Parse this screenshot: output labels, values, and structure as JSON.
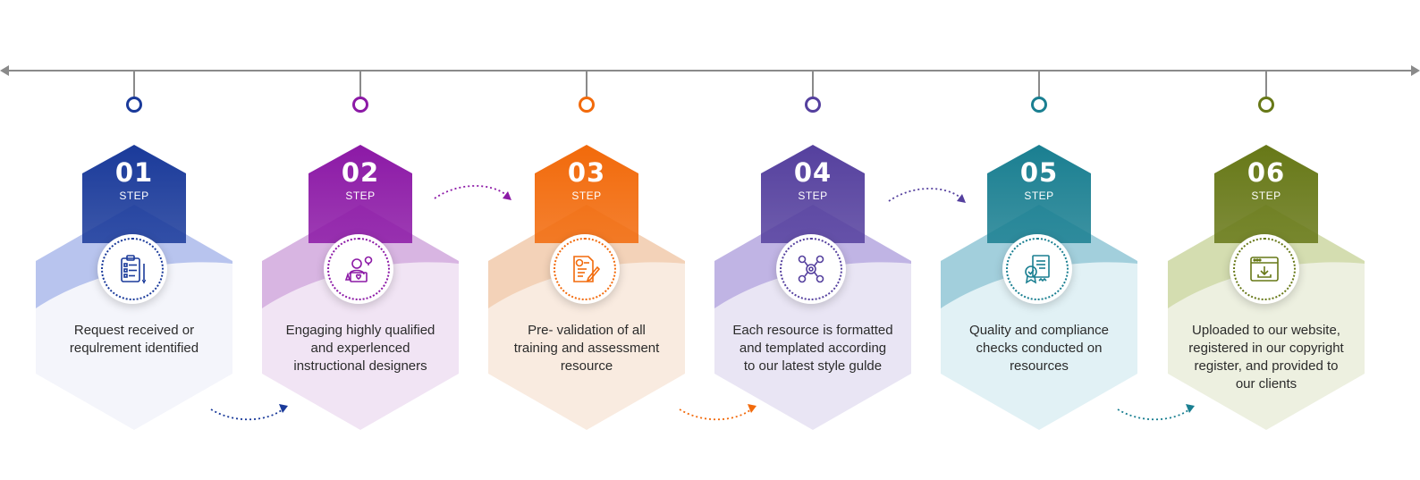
{
  "step_label": "STEP",
  "steps": [
    {
      "number": "01",
      "label": "STEP",
      "description": "Request received or requlrement identified",
      "icon": "clipboard-checklist-icon",
      "color_dark": "#1a3a9a",
      "color_light": "#b8c4ee",
      "color_pale": "#f4f5fb"
    },
    {
      "number": "02",
      "label": "STEP",
      "description": "Engaging highly qualified and experlenced instructional designers",
      "icon": "designer-idea-icon",
      "color_dark": "#8c19a6",
      "color_light": "#d8b5e2",
      "color_pale": "#f1e4f4"
    },
    {
      "number": "03",
      "label": "STEP",
      "description": "Pre- validation of all training and assessment resource",
      "icon": "document-validation-icon",
      "color_dark": "#f26a0b",
      "color_light": "#f3d2b8",
      "color_pale": "#f9ebe0"
    },
    {
      "number": "04",
      "label": "STEP",
      "description": "Each resource is formatted and templated according to our latest style gulde",
      "icon": "resource-network-icon",
      "color_dark": "#55409e",
      "color_light": "#c0b4e4",
      "color_pale": "#e9e5f4"
    },
    {
      "number": "05",
      "label": "STEP",
      "description": "Quality and compliance checks conducted on resources",
      "icon": "certificate-quality-icon",
      "color_dark": "#1a7f91",
      "color_light": "#a2cfdc",
      "color_pale": "#e1f1f5"
    },
    {
      "number": "06",
      "label": "STEP",
      "description": "Uploaded to our website, registered in our copyright register, and provided to our clients",
      "icon": "browser-download-icon",
      "color_dark": "#677817",
      "color_light": "#d4ddb0",
      "color_pale": "#edf0e0"
    }
  ],
  "timeline_color": "#8a8a8a"
}
